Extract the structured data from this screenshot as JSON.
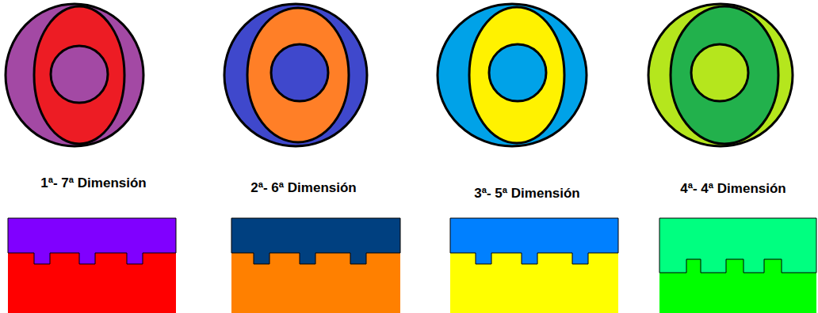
{
  "diagram": {
    "labels": [
      "1ª- 7ª Dimensión",
      "2ª- 6ª Dimensión",
      "3ª- 5ª Dimensión",
      "4ª- 4ª Dimensión"
    ]
  }
}
